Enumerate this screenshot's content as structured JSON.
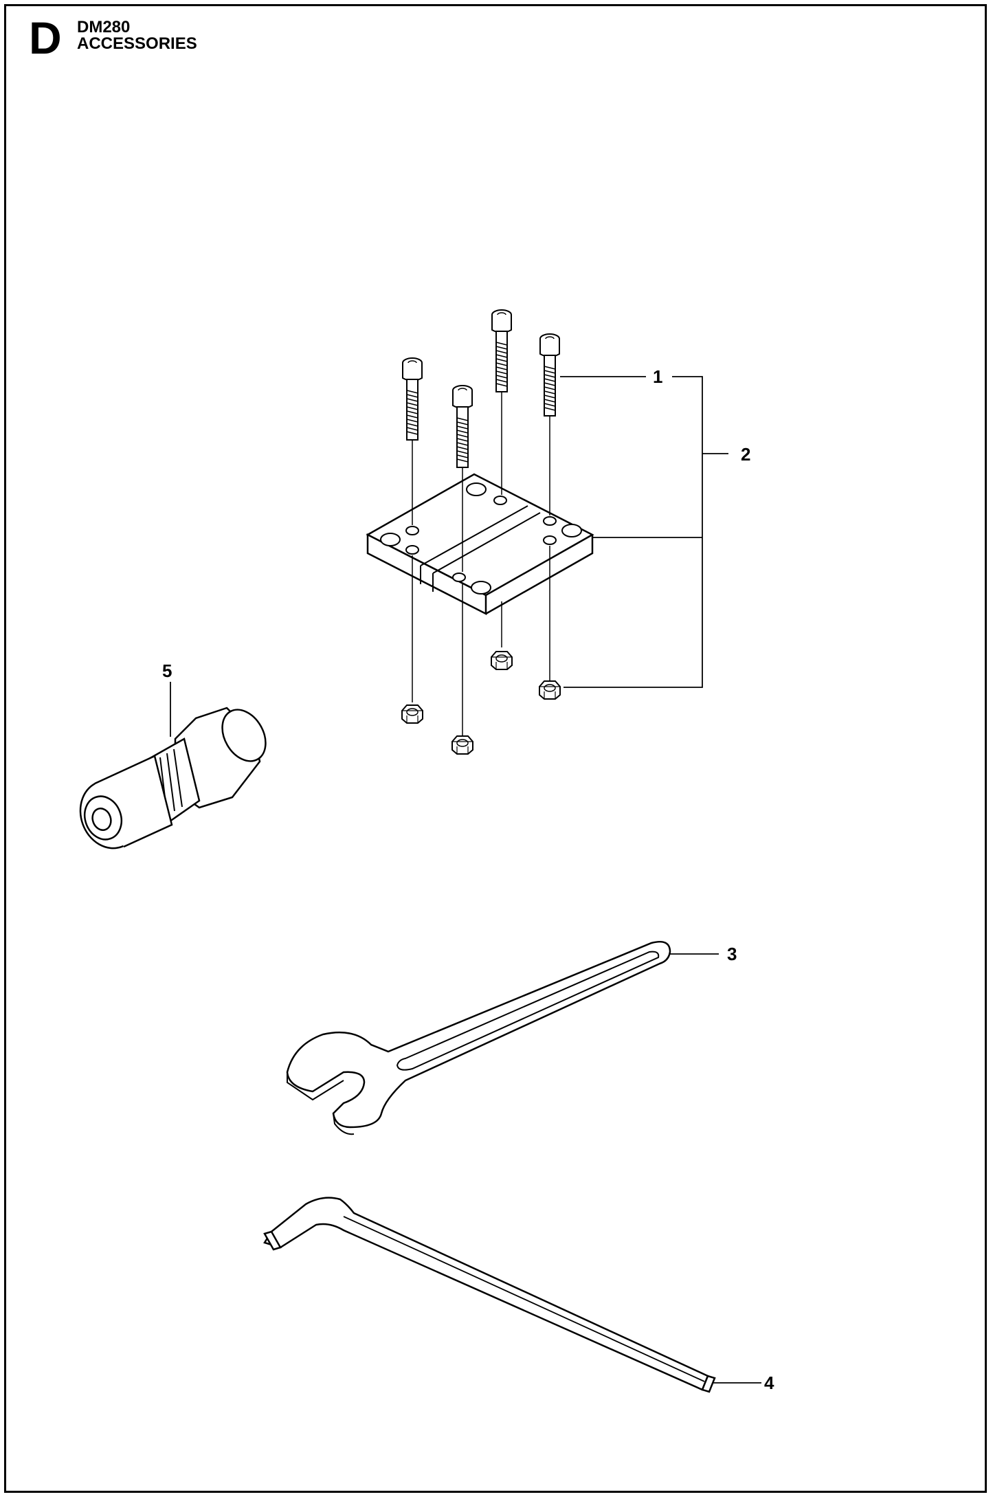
{
  "header": {
    "section_letter": "D",
    "model": "DM280",
    "title": "ACCESSORIES"
  },
  "callouts": [
    {
      "id": "1",
      "label": "1"
    },
    {
      "id": "2",
      "label": "2"
    },
    {
      "id": "3",
      "label": "3"
    },
    {
      "id": "4",
      "label": "4"
    },
    {
      "id": "5",
      "label": "5"
    }
  ],
  "colors": {
    "line": "#000000",
    "background": "#ffffff"
  }
}
